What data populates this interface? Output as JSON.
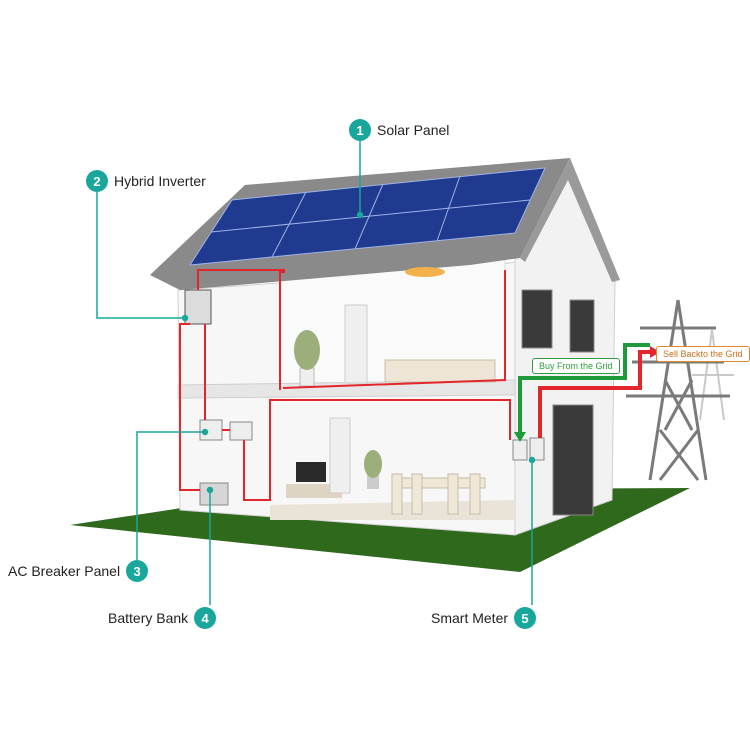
{
  "labels": {
    "solar_panel": {
      "number": "1",
      "text": "Solar Panel"
    },
    "hybrid_inverter": {
      "number": "2",
      "text": "Hybrid Inverter"
    },
    "ac_breaker_panel": {
      "number": "3",
      "text": "AC Breaker Panel"
    },
    "battery_bank": {
      "number": "4",
      "text": "Battery Bank"
    },
    "smart_meter": {
      "number": "5",
      "text": "Smart Meter"
    }
  },
  "grid_tags": {
    "buy": "Buy From the Grid",
    "sell": "Sell Backto the Grid"
  },
  "colors": {
    "accent": "#18a79a",
    "wire": "#e3262c",
    "buy_arrow": "#1f9a3a",
    "sell_arrow": "#e3262c",
    "lawn": "#2f6a1c",
    "roof": "#8a8a8a",
    "panel": "#1f3a8f"
  }
}
